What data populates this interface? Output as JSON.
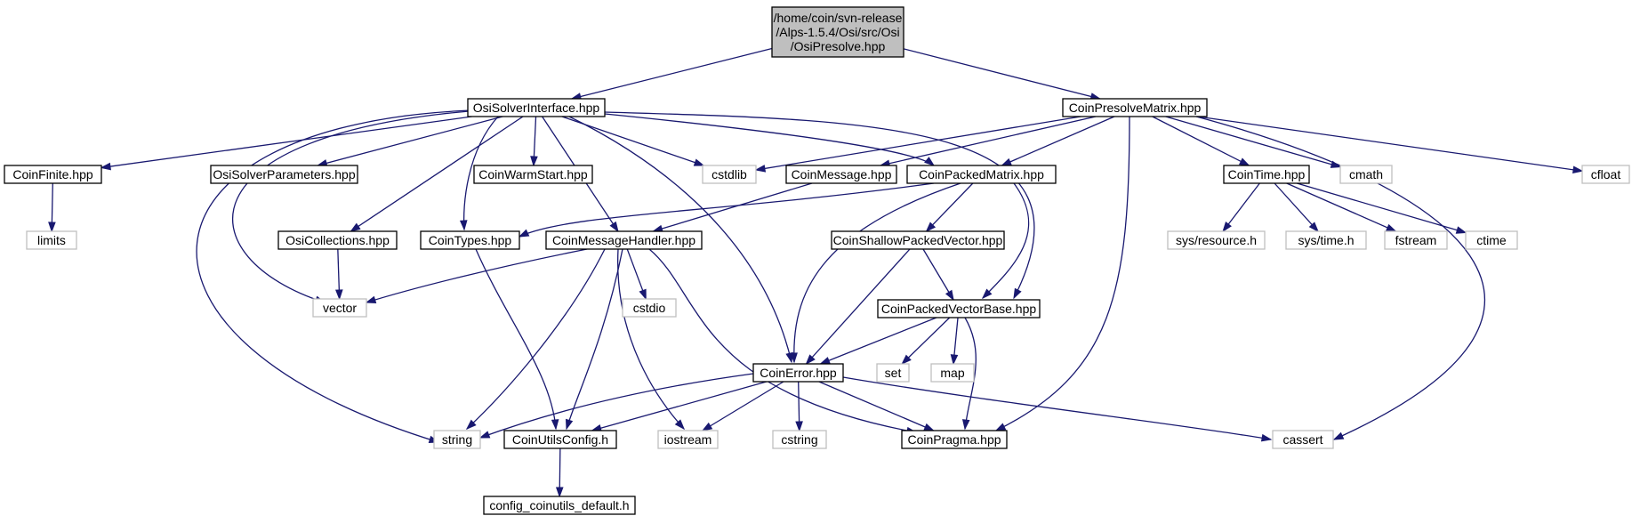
{
  "colors": {
    "edge": "#191970",
    "root_fill": "#bfbfbf",
    "node_stroke": "#000000",
    "system_stroke": "#bfbfbf",
    "text": "#000000"
  },
  "nodes": {
    "root": {
      "lines": [
        "/home/coin/svn-release",
        "/Alps-1.5.4/Osi/src/Osi",
        "/OsiPresolve.hpp"
      ],
      "kind": "root"
    },
    "OsiSolverInterface": {
      "lines": [
        "OsiSolverInterface.hpp"
      ],
      "kind": "header"
    },
    "CoinPresolveMatrix": {
      "lines": [
        "CoinPresolveMatrix.hpp"
      ],
      "kind": "header"
    },
    "CoinFinite": {
      "lines": [
        "CoinFinite.hpp"
      ],
      "kind": "header"
    },
    "OsiSolverParameters": {
      "lines": [
        "OsiSolverParameters.hpp"
      ],
      "kind": "header"
    },
    "CoinWarmStart": {
      "lines": [
        "CoinWarmStart.hpp"
      ],
      "kind": "header"
    },
    "cstdlib": {
      "lines": [
        "cstdlib"
      ],
      "kind": "system"
    },
    "CoinMessage": {
      "lines": [
        "CoinMessage.hpp"
      ],
      "kind": "header"
    },
    "CoinPackedMatrix": {
      "lines": [
        "CoinPackedMatrix.hpp"
      ],
      "kind": "header"
    },
    "CoinTime": {
      "lines": [
        "CoinTime.hpp"
      ],
      "kind": "header"
    },
    "cmath": {
      "lines": [
        "cmath"
      ],
      "kind": "system"
    },
    "cfloat": {
      "lines": [
        "cfloat"
      ],
      "kind": "system"
    },
    "limits": {
      "lines": [
        "limits"
      ],
      "kind": "system"
    },
    "OsiCollections": {
      "lines": [
        "OsiCollections.hpp"
      ],
      "kind": "header"
    },
    "CoinTypes": {
      "lines": [
        "CoinTypes.hpp"
      ],
      "kind": "header"
    },
    "CoinMessageHandler": {
      "lines": [
        "CoinMessageHandler.hpp"
      ],
      "kind": "header"
    },
    "CoinShallowPackedVector": {
      "lines": [
        "CoinShallowPackedVector.hpp"
      ],
      "kind": "header"
    },
    "sys_resource": {
      "lines": [
        "sys/resource.h"
      ],
      "kind": "system"
    },
    "sys_time": {
      "lines": [
        "sys/time.h"
      ],
      "kind": "system"
    },
    "fstream": {
      "lines": [
        "fstream"
      ],
      "kind": "system"
    },
    "ctime": {
      "lines": [
        "ctime"
      ],
      "kind": "system"
    },
    "vector": {
      "lines": [
        "vector"
      ],
      "kind": "system"
    },
    "cstdio": {
      "lines": [
        "cstdio"
      ],
      "kind": "system"
    },
    "CoinPackedVectorBase": {
      "lines": [
        "CoinPackedVectorBase.hpp"
      ],
      "kind": "header"
    },
    "set": {
      "lines": [
        "set"
      ],
      "kind": "system"
    },
    "map": {
      "lines": [
        "map"
      ],
      "kind": "system"
    },
    "CoinError": {
      "lines": [
        "CoinError.hpp"
      ],
      "kind": "header"
    },
    "string": {
      "lines": [
        "string"
      ],
      "kind": "system"
    },
    "CoinUtilsConfig": {
      "lines": [
        "CoinUtilsConfig.h"
      ],
      "kind": "header"
    },
    "iostream": {
      "lines": [
        "iostream"
      ],
      "kind": "system"
    },
    "cstring": {
      "lines": [
        "cstring"
      ],
      "kind": "system"
    },
    "CoinPragma": {
      "lines": [
        "CoinPragma.hpp"
      ],
      "kind": "header"
    },
    "cassert": {
      "lines": [
        "cassert"
      ],
      "kind": "system"
    },
    "config_default": {
      "lines": [
        "config_coinutils_default.h"
      ],
      "kind": "header"
    }
  },
  "edges": [
    [
      "root",
      "OsiSolverInterface"
    ],
    [
      "root",
      "CoinPresolveMatrix"
    ],
    [
      "OsiSolverInterface",
      "CoinFinite"
    ],
    [
      "OsiSolverInterface",
      "OsiSolverParameters"
    ],
    [
      "OsiSolverInterface",
      "CoinWarmStart"
    ],
    [
      "OsiSolverInterface",
      "cstdlib"
    ],
    [
      "OsiSolverInterface",
      "CoinPackedMatrix"
    ],
    [
      "OsiSolverInterface",
      "OsiCollections"
    ],
    [
      "OsiSolverInterface",
      "CoinTypes"
    ],
    [
      "OsiSolverInterface",
      "CoinMessageHandler"
    ],
    [
      "OsiSolverInterface",
      "vector"
    ],
    [
      "OsiSolverInterface",
      "string"
    ],
    [
      "OsiSolverInterface",
      "CoinError"
    ],
    [
      "OsiSolverInterface",
      "CoinPackedVectorBase"
    ],
    [
      "CoinPresolveMatrix",
      "cstdlib"
    ],
    [
      "CoinPresolveMatrix",
      "CoinMessage"
    ],
    [
      "CoinPresolveMatrix",
      "CoinPackedMatrix"
    ],
    [
      "CoinPresolveMatrix",
      "CoinTime"
    ],
    [
      "CoinPresolveMatrix",
      "cmath"
    ],
    [
      "CoinPresolveMatrix",
      "cfloat"
    ],
    [
      "CoinPresolveMatrix",
      "CoinPragma"
    ],
    [
      "CoinPresolveMatrix",
      "cassert"
    ],
    [
      "CoinFinite",
      "limits"
    ],
    [
      "CoinMessage",
      "CoinMessageHandler"
    ],
    [
      "CoinPackedMatrix",
      "CoinTypes"
    ],
    [
      "CoinPackedMatrix",
      "CoinShallowPackedVector"
    ],
    [
      "CoinPackedMatrix",
      "CoinPackedVectorBase"
    ],
    [
      "CoinPackedMatrix",
      "CoinError"
    ],
    [
      "CoinTime",
      "sys_resource"
    ],
    [
      "CoinTime",
      "sys_time"
    ],
    [
      "CoinTime",
      "fstream"
    ],
    [
      "CoinTime",
      "ctime"
    ],
    [
      "OsiCollections",
      "vector"
    ],
    [
      "CoinTypes",
      "CoinUtilsConfig"
    ],
    [
      "CoinMessageHandler",
      "vector"
    ],
    [
      "CoinMessageHandler",
      "cstdio"
    ],
    [
      "CoinMessageHandler",
      "string"
    ],
    [
      "CoinMessageHandler",
      "CoinUtilsConfig"
    ],
    [
      "CoinMessageHandler",
      "iostream"
    ],
    [
      "CoinMessageHandler",
      "CoinPragma"
    ],
    [
      "CoinShallowPackedVector",
      "CoinPackedVectorBase"
    ],
    [
      "CoinShallowPackedVector",
      "CoinError"
    ],
    [
      "CoinPackedVectorBase",
      "CoinError"
    ],
    [
      "CoinPackedVectorBase",
      "set"
    ],
    [
      "CoinPackedVectorBase",
      "map"
    ],
    [
      "CoinPackedVectorBase",
      "CoinPragma"
    ],
    [
      "CoinError",
      "string"
    ],
    [
      "CoinError",
      "CoinUtilsConfig"
    ],
    [
      "CoinError",
      "iostream"
    ],
    [
      "CoinError",
      "cstring"
    ],
    [
      "CoinError",
      "CoinPragma"
    ],
    [
      "CoinError",
      "cassert"
    ],
    [
      "CoinUtilsConfig",
      "config_default"
    ]
  ]
}
